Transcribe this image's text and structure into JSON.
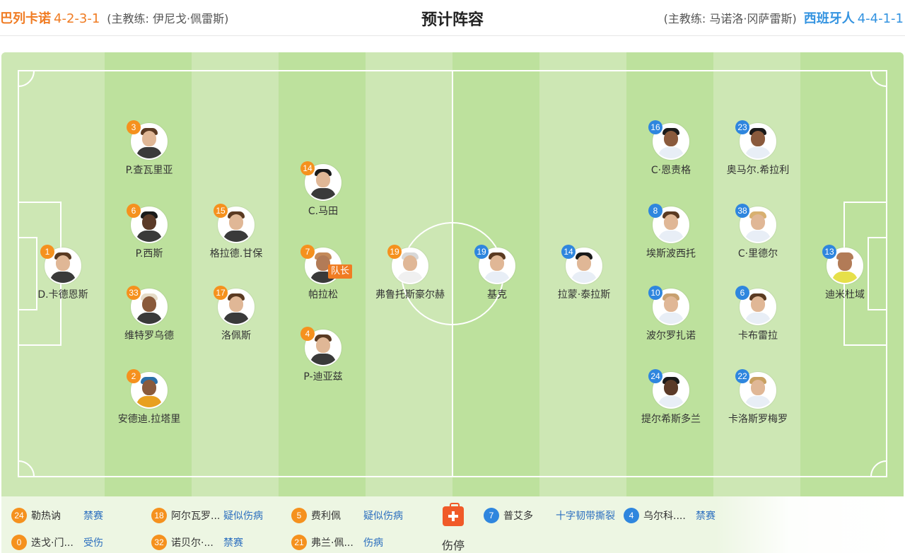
{
  "header": {
    "home_team": "巴列卡诺",
    "home_formation": "4-2-3-1",
    "home_coach": "(主教练: 伊尼戈·佩雷斯)",
    "title": "预计阵容",
    "away_coach": "(主教练: 马诺洛·冈萨雷斯)",
    "away_team": "西班牙人",
    "away_formation": "4-4-1-1"
  },
  "colors": {
    "home": "#f5911e",
    "away": "#2f86de",
    "pitch_dark": "#bde19d",
    "pitch_light": "#cde7b4"
  },
  "home_players": [
    {
      "number": "1",
      "name": "D.卡德恩斯"
    },
    {
      "number": "3",
      "name": "P.查瓦里亚"
    },
    {
      "number": "6",
      "name": "P.西斯"
    },
    {
      "number": "33",
      "name": "维特罗乌德"
    },
    {
      "number": "2",
      "name": "安德迪.拉塔里"
    },
    {
      "number": "15",
      "name": "格拉德.甘保"
    },
    {
      "number": "17",
      "name": "洛佩斯"
    },
    {
      "number": "14",
      "name": "C.马田"
    },
    {
      "number": "7",
      "name": "帕拉松",
      "badge": "队长"
    },
    {
      "number": "4",
      "name": "P-迪亚兹"
    },
    {
      "number": "19",
      "name": "弗鲁托斯豪尔赫"
    }
  ],
  "away_players": [
    {
      "number": "19",
      "name": "基克"
    },
    {
      "number": "14",
      "name": "拉蒙·泰拉斯"
    },
    {
      "number": "16",
      "name": "C·恩责格"
    },
    {
      "number": "8",
      "name": "埃斯波西托"
    },
    {
      "number": "10",
      "name": "波尔罗扎诺"
    },
    {
      "number": "24",
      "name": "提尔希斯多兰"
    },
    {
      "number": "23",
      "name": "奥马尔.希拉利"
    },
    {
      "number": "38",
      "name": "C·里德尔"
    },
    {
      "number": "6",
      "name": "卡布雷拉"
    },
    {
      "number": "22",
      "name": "卡洛斯罗梅罗"
    },
    {
      "number": "13",
      "name": "迪米杜域"
    }
  ],
  "absences": {
    "home": [
      {
        "number": "24",
        "name": "勒热讷",
        "reason": "禁赛"
      },
      {
        "number": "0",
        "name": "迭戈·门...",
        "reason": "受伤"
      },
      {
        "number": "18",
        "name": "阿尔瓦罗...",
        "reason": "疑似伤病"
      },
      {
        "number": "32",
        "name": "诺贝尔·...",
        "reason": "禁赛"
      },
      {
        "number": "5",
        "name": "费利佩",
        "reason": "疑似伤病"
      },
      {
        "number": "21",
        "name": "弗兰·佩...",
        "reason": "伤病"
      }
    ],
    "injury_label": "伤停",
    "away": [
      {
        "number": "7",
        "name": "普艾多",
        "reason": "十字韧带撕裂"
      },
      {
        "number": "4",
        "name": "乌尔科....",
        "reason": "禁赛"
      }
    ]
  }
}
